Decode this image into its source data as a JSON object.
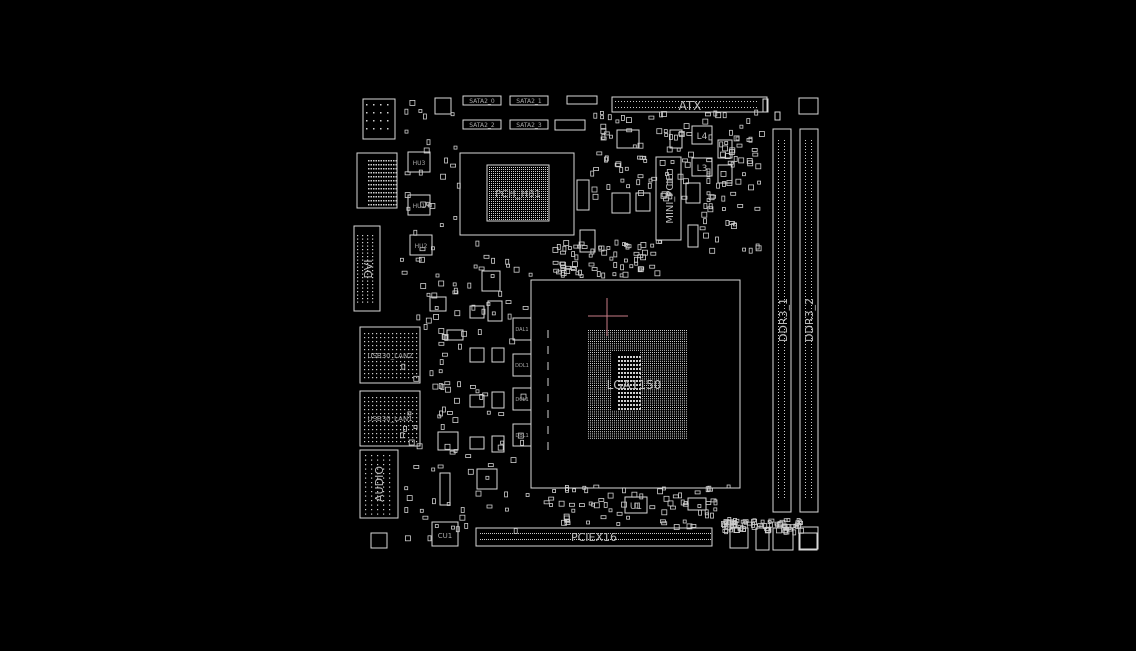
{
  "board": {
    "background_color": "#000000",
    "outline_color": "#d8d8d8",
    "cursor_color": "#c87c86"
  },
  "labels": {
    "atx": "ATX",
    "ddr3_1": "DDR3_1",
    "ddr3_2": "DDR3_2",
    "lga": "LGA1150",
    "pciex16": "PCIEX16",
    "audio": "AUDIO",
    "dvi": "DVI",
    "mini_pcie": "MINI_PCIE",
    "usb30_lan2": "USB30_LAN2",
    "usb30_lan1": "USB30_LAN1",
    "pch": "PCH_H81",
    "sata_1": "SATA2_0",
    "sata_2": "SATA2_1",
    "sata_3": "SATA2_2",
    "sata_4": "SATA2_3",
    "l4": "L4",
    "l3": "L3",
    "u1": "U1",
    "cu1": "CU1",
    "hu3": "HU3",
    "hu1": "HU1",
    "hu2": "HU2",
    "dal1": "DAL1",
    "ddl1": "DDL1",
    "dcl1": "DCL1",
    "dbl1": "DBL1"
  }
}
